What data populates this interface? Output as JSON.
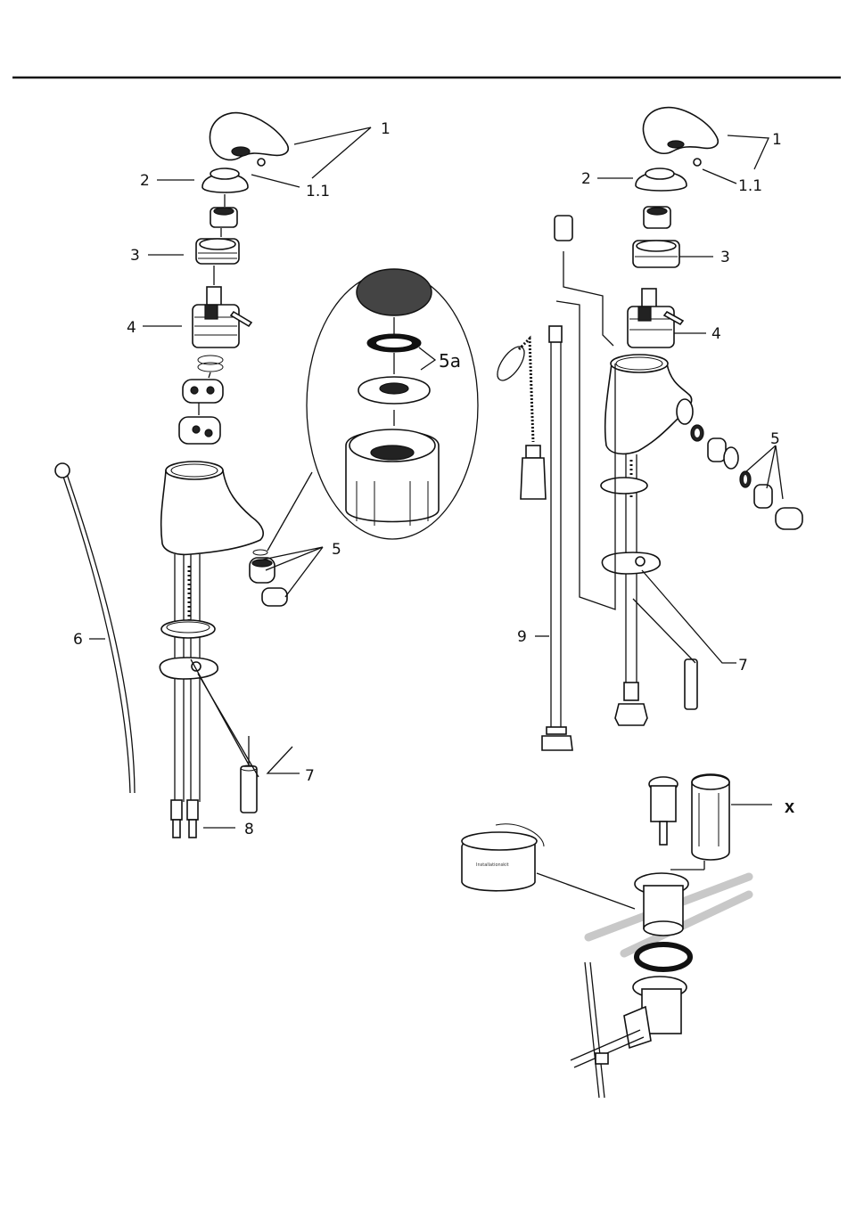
{
  "callouts": {
    "left_1": "1",
    "left_1_1": "1.1",
    "left_2": "2",
    "left_3": "3",
    "left_4": "4",
    "left_5": "5",
    "left_5a": "5a",
    "left_6": "6",
    "left_7": "7",
    "left_8": "8",
    "right_1": "1",
    "right_1_1": "1.1",
    "right_2": "2",
    "right_3": "3",
    "right_4": "4",
    "right_5": "5",
    "right_7": "7",
    "right_9": "9",
    "drain_x": "x"
  },
  "package_label": "Installationskit"
}
